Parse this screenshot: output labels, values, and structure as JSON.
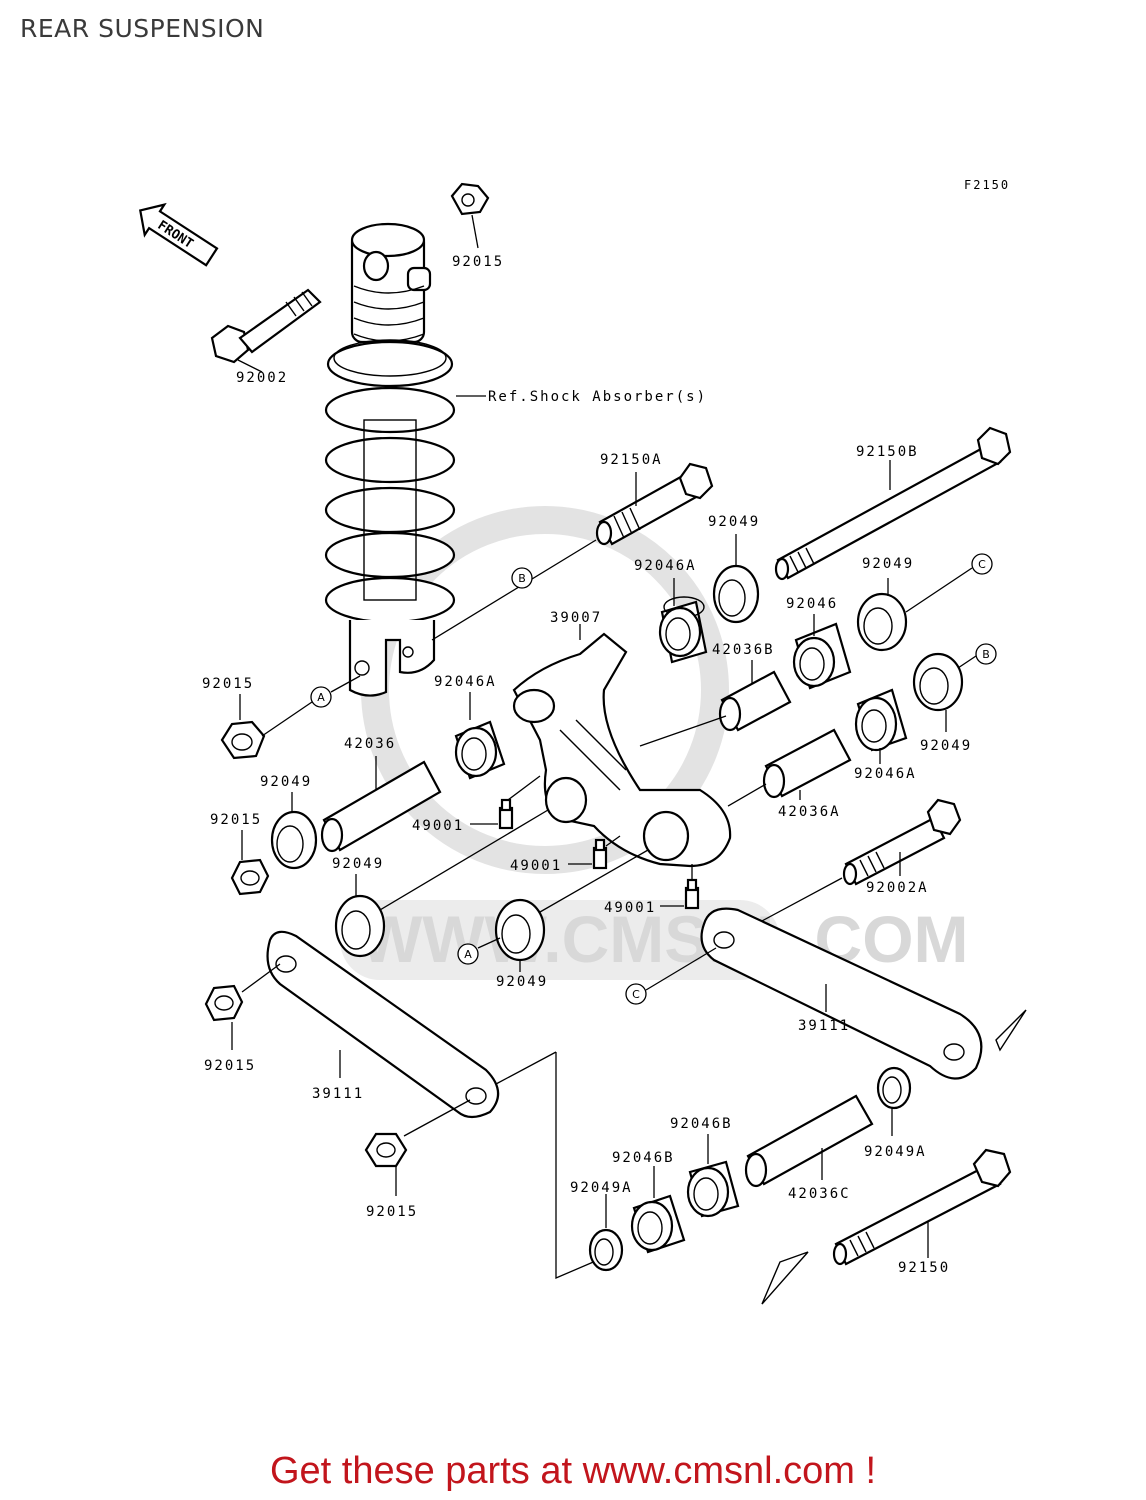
{
  "page": {
    "title": "REAR SUSPENSION",
    "figure_code": "F2150",
    "footer": "Get these parts at www.cmsnl.com !"
  },
  "watermark": {
    "text": "WWW.CMSNL.COM"
  },
  "front_arrow": {
    "label": "FRONT"
  },
  "callouts": {
    "ref_shock": "Ref.Shock Absorber(s)",
    "p92015_top": "92015",
    "p92002": "92002",
    "p92150A": "92150A",
    "p92150B": "92150B",
    "p92049_a": "92049",
    "p92049_b": "92049",
    "p92046A_a": "92046A",
    "p92046": "92046",
    "p39007": "39007",
    "p42036B": "42036B",
    "p92015_left": "92015",
    "p92046A_b": "92046A",
    "p42036": "42036",
    "p92049_c": "92049",
    "p92049_d": "92049",
    "p92046A_c": "92046A",
    "p92015_mid": "92015",
    "p49001_a": "49001",
    "p42036A": "42036A",
    "p49001_b": "49001",
    "p92049_e": "92049",
    "p92002A": "92002A",
    "p49001_c": "49001",
    "p92049_f": "92049",
    "p39111_r": "39111",
    "p92015_low": "92015",
    "p39111_l": "39111",
    "p92046B_a": "92046B",
    "p92049A_r": "92049A",
    "p92046B_b": "92046B",
    "p92049A_l": "92049A",
    "p42036C": "42036C",
    "p92015_bottom": "92015",
    "p92150": "92150"
  },
  "ref_markers": {
    "A": "A",
    "B": "B",
    "C": "C"
  }
}
